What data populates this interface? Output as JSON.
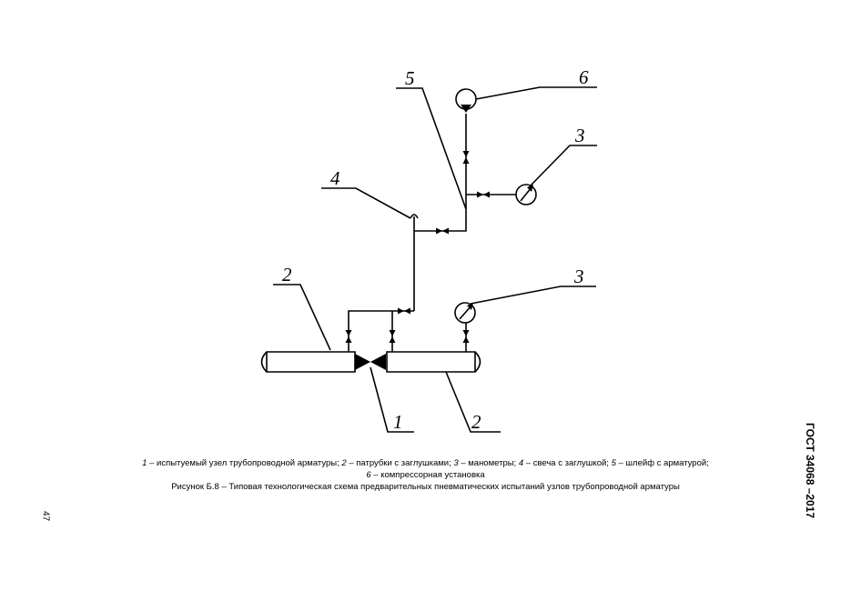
{
  "diagram": {
    "labels": {
      "valve_unit": "1",
      "nozzle_left": "2",
      "nozzle_right": "2",
      "manometer_top": "3",
      "manometer_bottom": "3",
      "vent_plug": "4",
      "loop": "5",
      "compressor": "6"
    }
  },
  "caption": {
    "legend": [
      {
        "num": "1",
        "text": " – испытуемый узел трубопроводной арматуры; "
      },
      {
        "num": "2",
        "text": " – патрубки с заглушками; "
      },
      {
        "num": "3",
        "text": " – манометры; "
      },
      {
        "num": "4",
        "text": " – свеча с заглушкой; "
      },
      {
        "num": "5",
        "text": " – шлейф с арматурой;"
      },
      {
        "num": "6",
        "text": " – компрессорная установка"
      }
    ],
    "figure_title": "Рисунок Б.8 – Типовая технологическая схема предварительных пневматических испытаний узлов трубопроводной арматуры"
  },
  "page": {
    "standard_id": "ГОСТ 34068 –2017",
    "page_number": "47"
  }
}
